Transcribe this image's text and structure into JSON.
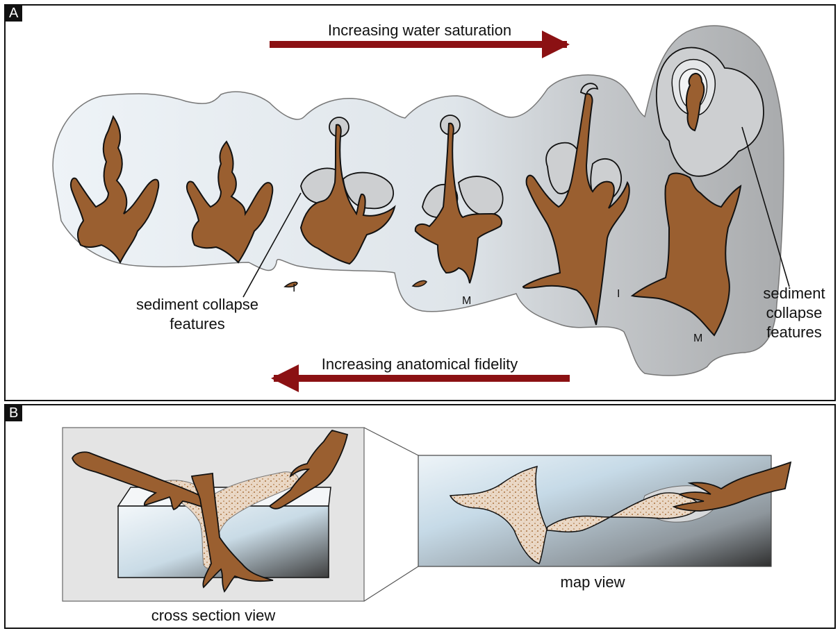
{
  "panel_a": {
    "letter": "A",
    "top_arrow_label": "Increasing water saturation",
    "bottom_arrow_label": "Increasing anatomical fidelity",
    "left_callout": [
      "sediment collapse",
      "features"
    ],
    "right_callout": [
      "sediment",
      "collapse",
      "features"
    ],
    "digit_labels": {
      "i_first": "I",
      "m_mid": "M",
      "i_last": "I",
      "m_last": "M"
    }
  },
  "panel_b": {
    "letter": "B",
    "cross_section_label": "cross section view",
    "map_view_label": "map view"
  },
  "colors": {
    "track_brown": "#9a5f30",
    "arrow_red": "#8b1113",
    "sediment_light": "#e9eef3",
    "sediment_dark": "#b8b8b8",
    "collapse_grey": "#cdcfd1"
  }
}
